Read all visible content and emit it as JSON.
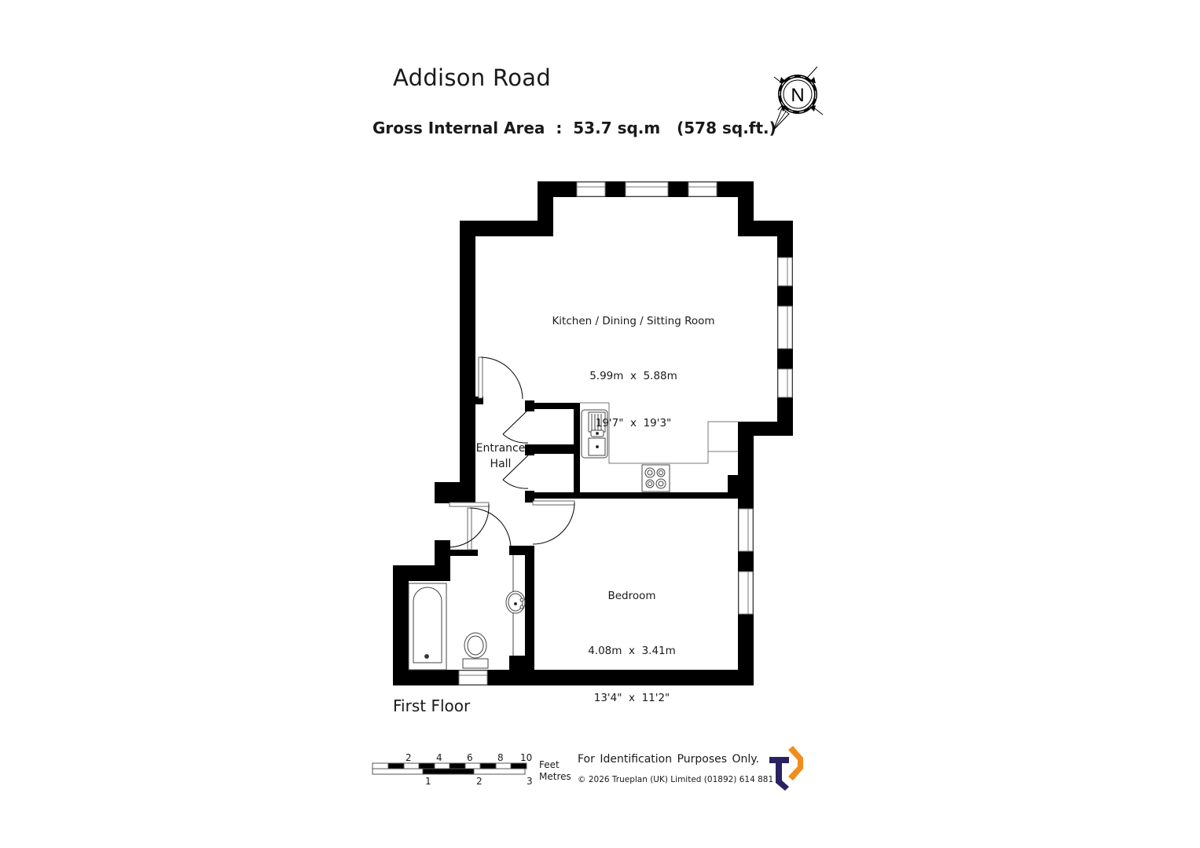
{
  "header": {
    "title": "Addison Road",
    "gross_internal_area": "Gross Internal Area  :  53.7 sq.m   (578 sq.ft.)",
    "area_sqm": "53.7 sq.m",
    "area_sqft": "578 sq.ft."
  },
  "compass": {
    "icon": "north-compass-icon",
    "label": "N"
  },
  "floor": {
    "label": "First Floor"
  },
  "rooms": [
    {
      "name": "Kitchen / Dining / Sitting Room",
      "metric": "5.99m  x  5.88m",
      "imperial": "19'7\"  x  19'3\""
    },
    {
      "name": "Bedroom",
      "metric": "4.08m  x  3.41m",
      "imperial": "13'4\"  x  11'2\""
    },
    {
      "name": "Entrance\nHall"
    }
  ],
  "fixtures": [
    "sink-icon",
    "hob-icon",
    "bath-icon",
    "toilet-icon",
    "basin-icon"
  ],
  "scale_bar": {
    "feet_ticks": [
      "2",
      "4",
      "6",
      "8",
      "10"
    ],
    "metre_ticks": [
      "1",
      "2",
      "3"
    ],
    "feet_label": "Feet",
    "metres_label": "Metres"
  },
  "footer": {
    "disclaimer": "For Identification Purposes Only.",
    "copyright": "©  2026 Trueplan (UK) Limited  (01892) 614 881",
    "logo_colors": {
      "navy": "#2a2160",
      "orange": "#f28c1c"
    }
  }
}
